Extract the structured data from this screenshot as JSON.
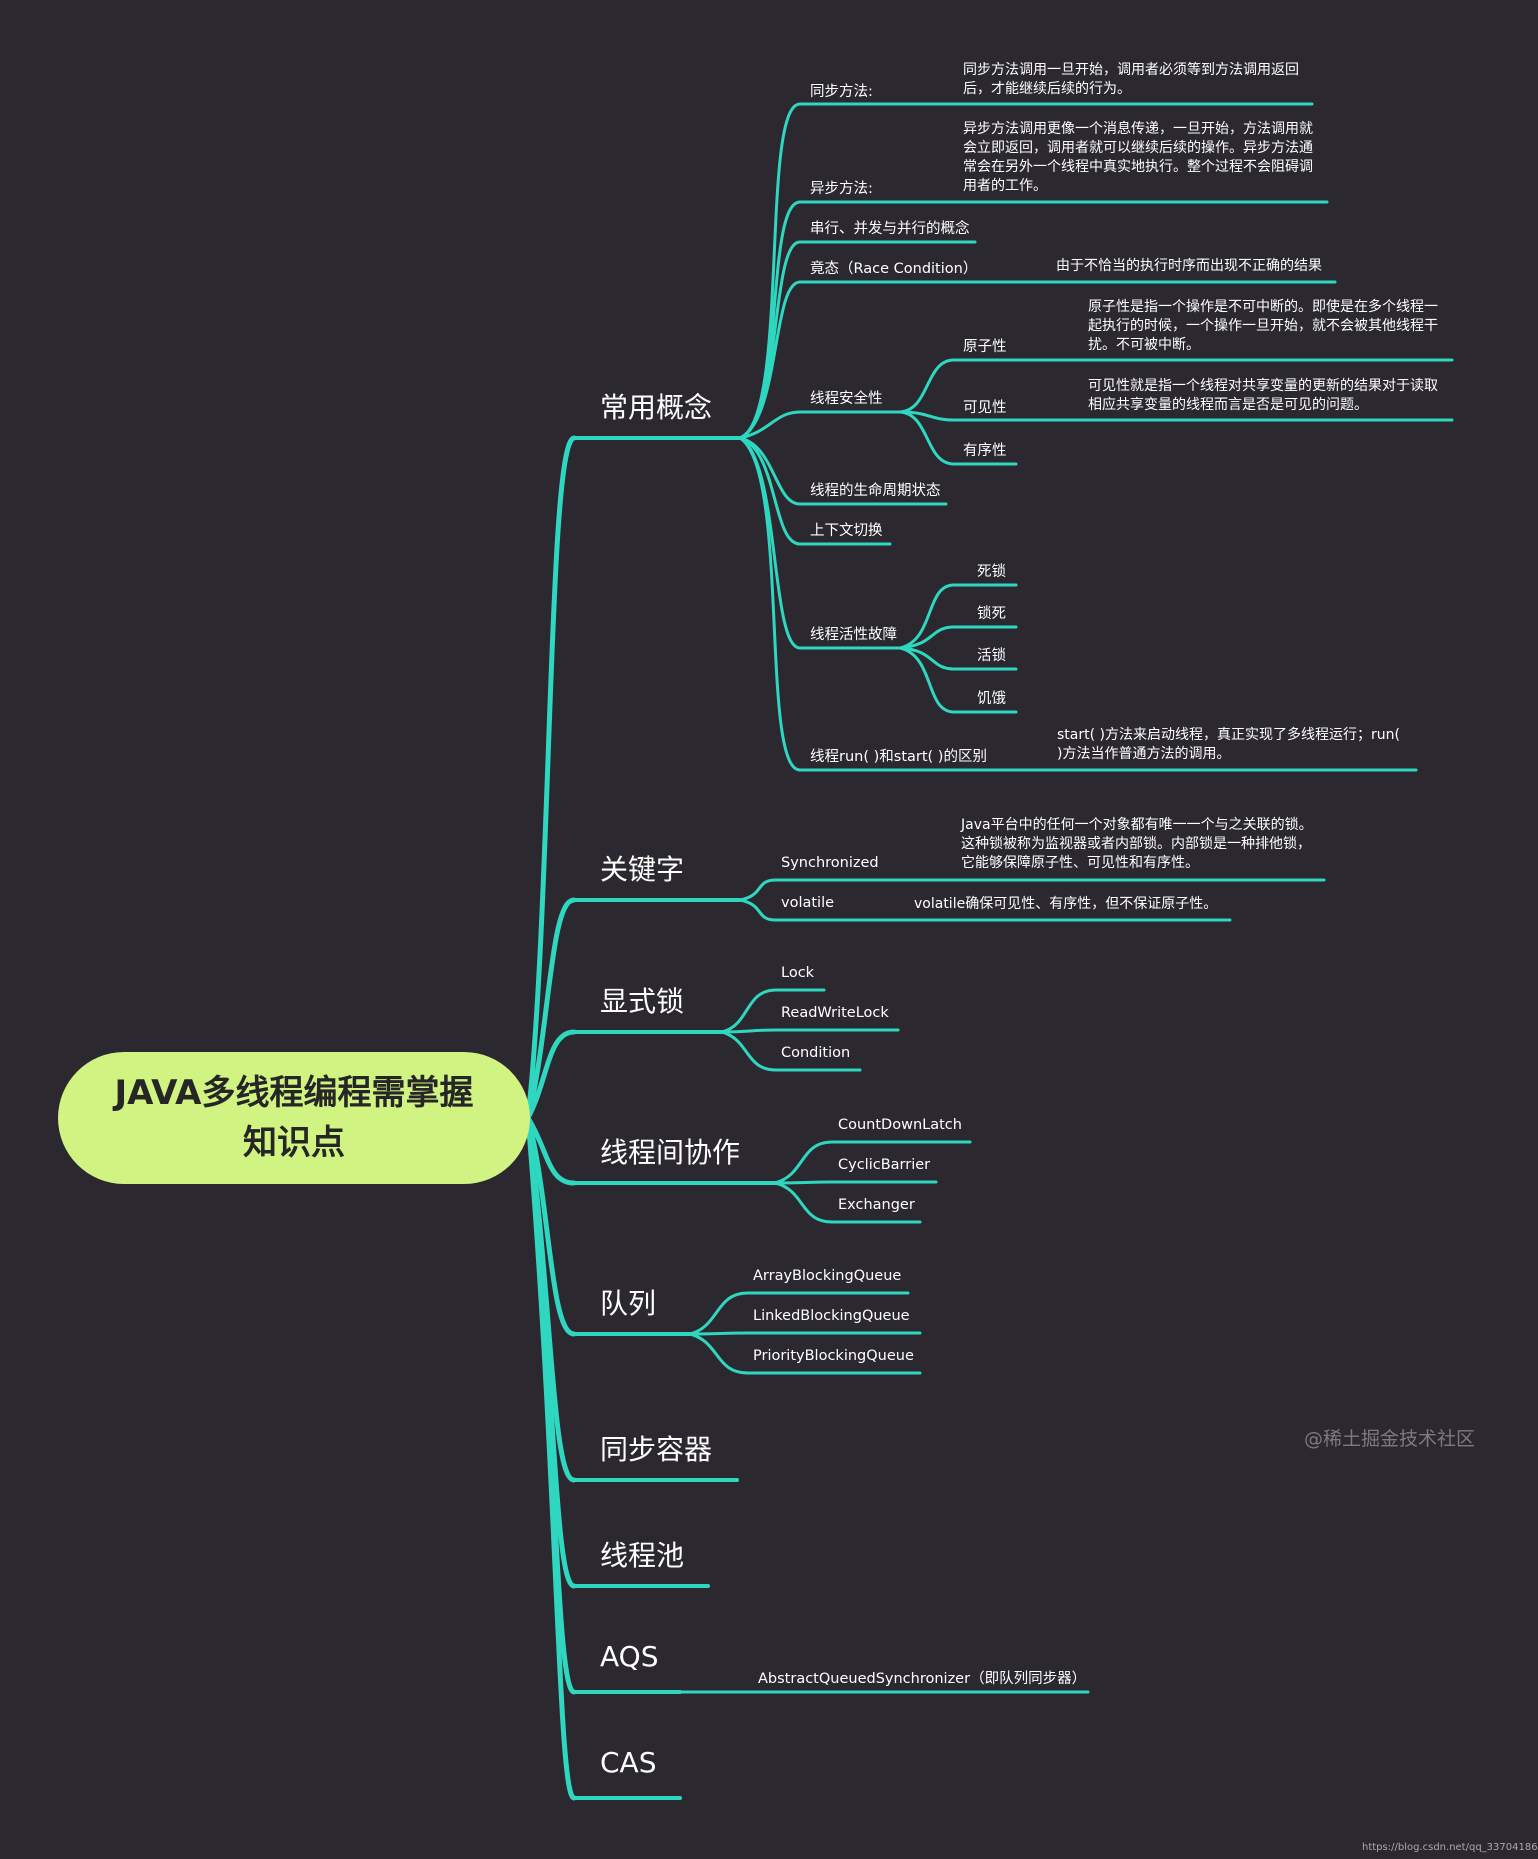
{
  "root": {
    "title": "JAVA多线程编程需掌握知识点"
  },
  "branches": {
    "concepts": "常用概念",
    "keywords": "关键字",
    "explicit_lock": "显式锁",
    "cooperation": "线程间协作",
    "queue": "队列",
    "sync_container": "同步容器",
    "thread_pool": "线程池",
    "aqs": "AQS",
    "cas": "CAS"
  },
  "concepts": {
    "sync_method": "同步方法:",
    "sync_method_note": "同步方法调用一旦开始，调用者必须等到方法调用返回后，才能继续后续的行为。",
    "async_method": "异步方法:",
    "async_method_note": "异步方法调用更像一个消息传递，一旦开始，方法调用就会立即返回，调用者就可以继续后续的操作。异步方法通常会在另外一个线程中真实地执行。整个过程不会阻碍调用者的工作。",
    "serial_concurrent": "串行、并发与并行的概念",
    "race": "竟态（Race Condition）",
    "race_note": "由于不恰当的执行时序而出现不正确的结果",
    "thread_safety": "线程安全性",
    "atomicity": "原子性",
    "atomicity_note": "原子性是指一个操作是不可中断的。即使是在多个线程一起执行的时候，一个操作一旦开始，就不会被其他线程干扰。不可被中断。",
    "visibility": "可见性",
    "visibility_note": "可见性就是指一个线程对共享变量的更新的结果对于读取相应共享变量的线程而言是否是可见的问题。",
    "ordering": "有序性",
    "lifecycle": "线程的生命周期状态",
    "context_switch": "上下文切换",
    "liveness": "线程活性故障",
    "deadlock": "死锁",
    "lock_dead": "锁死",
    "livelock": "活锁",
    "starvation": "饥饿",
    "run_start": "线程run( )和start( )的区别",
    "run_start_note": "start( )方法来启动线程，真正实现了多线程运行；run( )方法当作普通方法的调用。"
  },
  "keywords": {
    "synchronized": "Synchronized",
    "synchronized_note": "Java平台中的任何一个对象都有唯一一个与之关联的锁。这种锁被称为监视器或者内部锁。内部锁是一种排他锁，它能够保障原子性、可见性和有序性。",
    "volatile": "volatile",
    "volatile_note": "volatile确保可见性、有序性，但不保证原子性。"
  },
  "explicit_lock": {
    "lock": "Lock",
    "rwlock": "ReadWriteLock",
    "condition": "Condition"
  },
  "cooperation": {
    "countdown": "CountDownLatch",
    "barrier": "CyclicBarrier",
    "exchanger": "Exchanger"
  },
  "queue": {
    "array": "ArrayBlockingQueue",
    "linked": "LinkedBlockingQueue",
    "priority": "PriorityBlockingQueue"
  },
  "aqs": {
    "full": "AbstractQueuedSynchronizer（即队列同步器）"
  },
  "footer": {
    "watermark": "@稀土掘金技术社区",
    "credit": "https://blog.csdn.net/qq_33704186"
  },
  "colors": {
    "background": "#2b292f",
    "link": "#2fd6c0",
    "root_fill": "#d1f381"
  }
}
